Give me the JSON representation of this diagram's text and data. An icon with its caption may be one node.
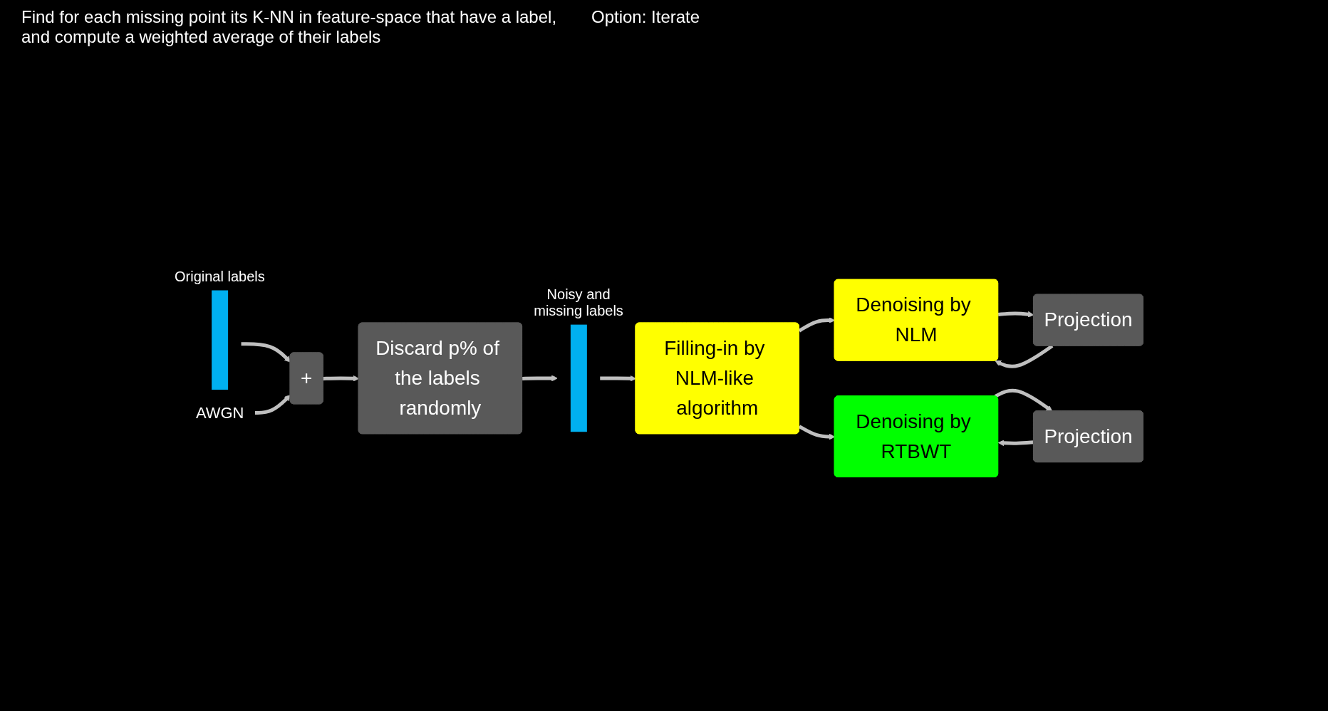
{
  "diagram": {
    "nodes": [
      {
        "text": [],
        "shape": "bar",
        "beside": [
          "Original labels"
        ]
      },
      {
        "text": [
          "AWGN"
        ]
      },
      {
        "text": [
          "+"
        ]
      },
      {
        "text": [
          "Discard p% of the labels randomly"
        ]
      },
      {
        "text": [],
        "shape": "bar",
        "beside": [
          "Noisy and missing labels"
        ]
      },
      {
        "text": [
          "Filling-in by NLM-like algorithm"
        ]
      },
      {
        "text": [
          "Denoising by NLM"
        ]
      },
      {
        "text": [
          "Denoising by RTBWT"
        ]
      },
      {
        "text": [
          "Projection"
        ]
      },
      {
        "text": [
          "Projection"
        ]
      }
    ],
    "edges": [
      {
        "from": 0,
        "to": 2,
        "arrow": "to"
      },
      {
        "from": 1,
        "to": 2,
        "arrow": "to"
      },
      {
        "from": 2,
        "to": 3,
        "arrow": "to"
      },
      {
        "from": 3,
        "to": 4,
        "arrow": "to"
      },
      {
        "from": 4,
        "to": 5,
        "arrow": "to"
      },
      {
        "from": 5,
        "to": 6,
        "arrow": "to"
      },
      {
        "from": 5,
        "to": 7,
        "arrow": "to"
      },
      {
        "from": 6,
        "to": 8,
        "arrow": "to"
      },
      {
        "from": 7,
        "to": 9,
        "arrow": "to"
      },
      {
        "from": 8,
        "to": 6,
        "arrow": "to"
      },
      {
        "from": 9,
        "to": 7,
        "arrow": "to"
      }
    ],
    "labels": [
      "Find for each missing point its K-NN in feature-space that have a label, and compute a weighted average of their labels",
      "Option: Iterate"
    ]
  }
}
